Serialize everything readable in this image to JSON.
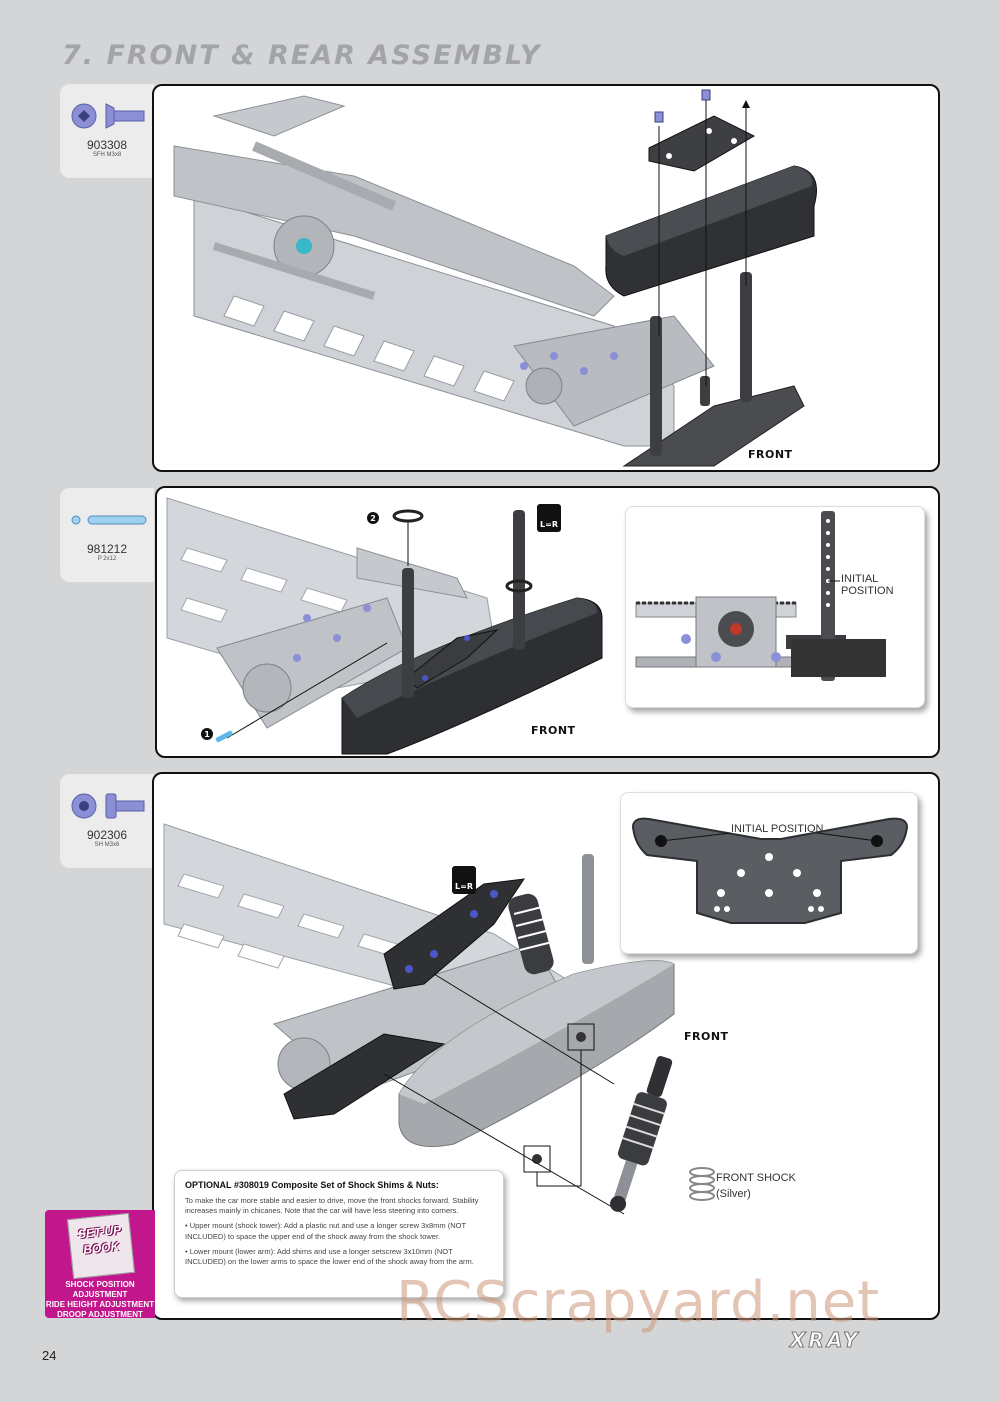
{
  "page": {
    "title": "7. FRONT & REAR ASSEMBLY",
    "page_number": "24",
    "brand": "XRAY",
    "watermark": "RCScrapyard.net"
  },
  "steps": [
    {
      "part_number": "903308",
      "part_spec": "SFH M3x8",
      "icon": "countersunk-screw-icon",
      "front_label": "FRONT"
    },
    {
      "part_number": "981212",
      "part_spec": "P 2x12",
      "icon": "pin-icon",
      "front_label": "FRONT",
      "callouts": [
        "1",
        "2"
      ],
      "symmetry_badge": "L=R",
      "inset_label": "INITIAL POSITION"
    },
    {
      "part_number": "902306",
      "part_spec": "SH M3x6",
      "icon": "socket-head-screw-icon",
      "front_label": "FRONT",
      "symmetry_badge": "L=R",
      "inset_label": "INITIAL POSITION",
      "shock_label_1": "FRONT SHOCK",
      "shock_label_2": "(Silver)"
    }
  ],
  "optional": {
    "title": "OPTIONAL #308019 Composite Set of Shock Shims & Nuts:",
    "intro": "To make the car more stable and easier to drive, move the front shocks forward. Stability increases mainly in chicanes. Note that the car will have less steering into corners.",
    "bullets": [
      "• Upper mount (shock tower): Add a plastic nut and use a longer screw 3x8mm (NOT INCLUDED) to space the upper end of the shock away from the shock tower.",
      "• Lower mount (lower arm): Add shims and use a longer setscrew 3x10mm (NOT INCLUDED) on the lower arms to space the lower end of the shock away from the arm."
    ]
  },
  "setup_book": {
    "badge_1": "SET-UP",
    "badge_2": "BOOK",
    "items": [
      "SHOCK POSITION ADJUSTMENT",
      "RIDE HEIGHT ADJUSTMENT",
      "DROOP ADJUSTMENT"
    ]
  },
  "colors": {
    "accent": "#c2168c",
    "screw": "#8a8fd6",
    "panel_bg": "#d4d5d7"
  }
}
